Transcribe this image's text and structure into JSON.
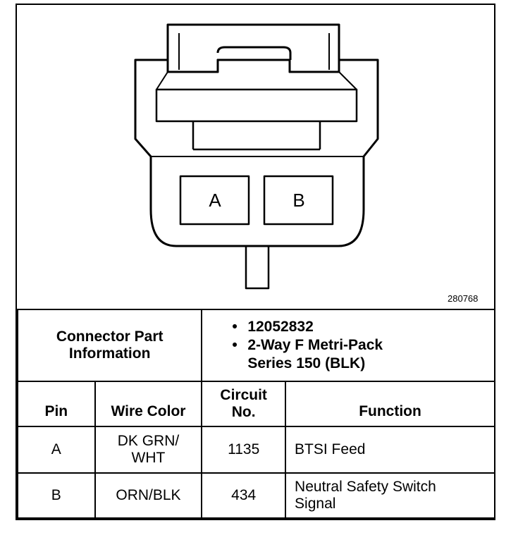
{
  "diagram": {
    "pin_labels": [
      "A",
      "B"
    ],
    "reference_number": "280768"
  },
  "connector_info": {
    "label_line1": "Connector Part",
    "label_line2": "Information",
    "items": [
      "12052832",
      "2-Way F Metri-Pack Series 150 (BLK)"
    ],
    "item2_line1": "2-Way F Metri-Pack",
    "item2_line2": "Series 150 (BLK)"
  },
  "table": {
    "headers": {
      "pin": "Pin",
      "wire_color": "Wire Color",
      "circuit_line1": "Circuit",
      "circuit_line2": "No.",
      "function": "Function"
    },
    "rows": [
      {
        "pin": "A",
        "wire_line1": "DK GRN/",
        "wire_line2": "WHT",
        "circuit": "1135",
        "function_line1": "BTSI Feed",
        "function_line2": ""
      },
      {
        "pin": "B",
        "wire_line1": "ORN/BLK",
        "wire_line2": "",
        "circuit": "434",
        "function_line1": "Neutral Safety Switch",
        "function_line2": "Signal"
      }
    ]
  }
}
